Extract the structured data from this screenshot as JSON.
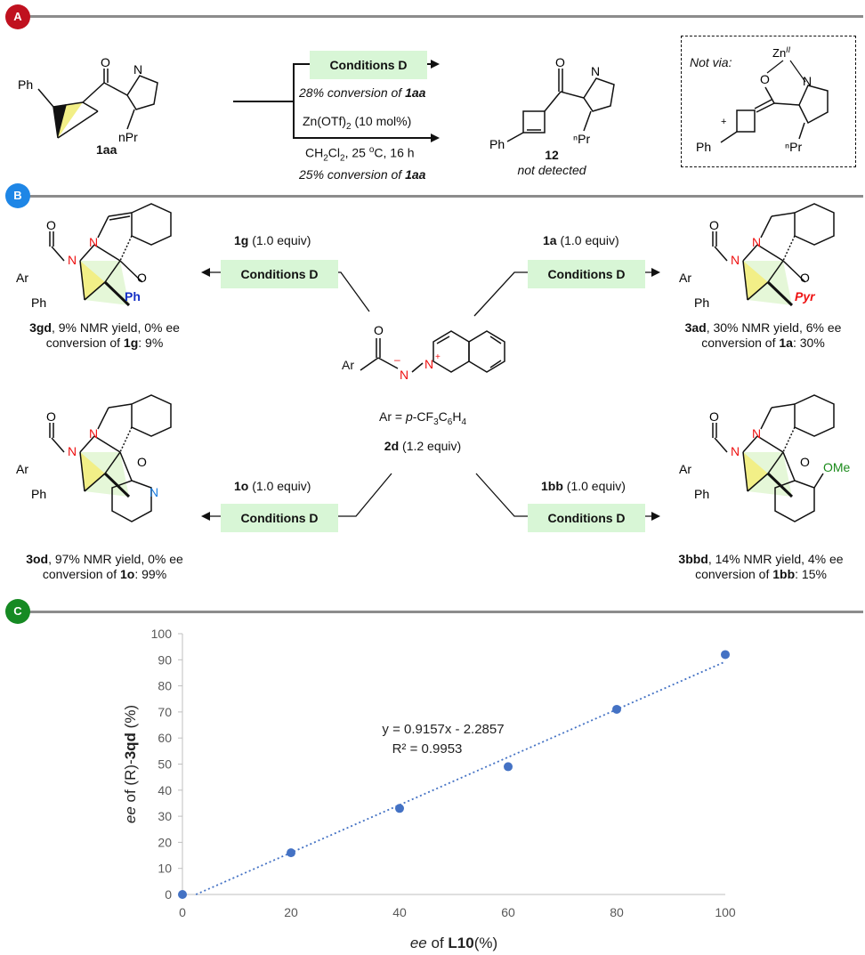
{
  "sections": {
    "a": "A",
    "b": "B",
    "c": "C"
  },
  "a": {
    "substrate_ph": "Ph",
    "substrate_o": "O",
    "substrate_n": "N",
    "substrate_npr": "nPr",
    "substrate_label": "1aa",
    "conditions_label": "Conditions D",
    "conv1_pre": "28% conversion of ",
    "conv1_bold": "1aa",
    "reagent": "Zn(OTf)2 (10 mol%)",
    "solvent": "CH2Cl2, 25 oC, 16 h",
    "conv2_pre": "25% conversion of ",
    "conv2_bold": "1aa",
    "product_label": "12",
    "product_note": "not detected",
    "product_ph": "Ph",
    "box_title": "Not via:",
    "box_zn": "ZnII",
    "box_ph": "Ph",
    "box_plus": "+"
  },
  "b": {
    "center_ar_label": "Ar = p-CF3C6H4",
    "center_reagent_bold": "2d",
    "center_reagent_rest": " (1.2 equiv)",
    "center_ar": "Ar",
    "conditions_label": "Conditions D",
    "tl": {
      "reagent_bold": "1g",
      "reagent_rest": " (1.0 equiv)",
      "line1_bold": "3gd",
      "line1_rest": ", 9% NMR yield, 0% ee",
      "line2_pre": "conversion of ",
      "line2_bold": "1g",
      "line2_rest": ": 9%",
      "group": "Ph"
    },
    "tr": {
      "reagent_bold": "1a",
      "reagent_rest": " (1.0 equiv)",
      "line1_bold": "3ad",
      "line1_rest": ", 30% NMR yield, 6% ee",
      "line2_pre": "conversion of ",
      "line2_bold": "1a",
      "line2_rest": ": 30%",
      "group": "Pyr"
    },
    "bl": {
      "reagent_bold": "1o",
      "reagent_rest": " (1.0 equiv)",
      "line1_bold": "3od",
      "line1_rest": ", 97% NMR yield, 0% ee",
      "line2_pre": "conversion of ",
      "line2_bold": "1o",
      "line2_rest": ": 99%",
      "group": "N"
    },
    "br": {
      "reagent_bold": "1bb",
      "reagent_rest": " (1.0 equiv)",
      "line1_bold": "3bbd",
      "line1_rest": ", 14% NMR yield, 4% ee",
      "line2_pre": "conversion of ",
      "line2_bold": "1bb",
      "line2_rest": ": 15%",
      "group": "OMe"
    },
    "ar": "Ar",
    "ph": "Ph"
  },
  "chart_data": {
    "type": "scatter",
    "x": [
      0,
      20,
      40,
      60,
      80,
      100
    ],
    "y": [
      0,
      16,
      33,
      49,
      71,
      92
    ],
    "xlim": [
      0,
      100
    ],
    "ylim": [
      0,
      100
    ],
    "xticks": [
      0,
      20,
      40,
      60,
      80,
      100
    ],
    "yticks": [
      0,
      10,
      20,
      30,
      40,
      50,
      60,
      70,
      80,
      90,
      100
    ],
    "trendline": {
      "slope": 0.9157,
      "intercept": -2.2857,
      "style": "dotted"
    },
    "equation": "y = 0.9157x - 2.2857",
    "r2": "R² = 0.9953",
    "xlabel_pre": "ee of ",
    "xlabel_bold": "L10",
    "xlabel_post": "(%)",
    "ylabel_pre": "ee of (R)-",
    "ylabel_bold": "3qd",
    "ylabel_post": " (%)",
    "grid": false,
    "point_color": "#4472c4"
  }
}
